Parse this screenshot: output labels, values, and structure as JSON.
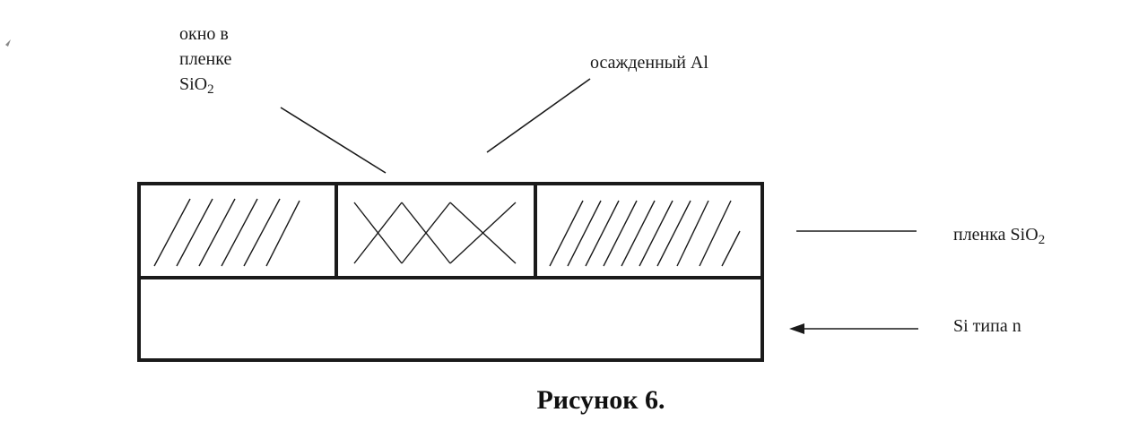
{
  "labels": {
    "window": {
      "line1": "окно в",
      "line2": "пленке",
      "line3_main": "SiO",
      "line3_sub": "2"
    },
    "deposited_al": "осажденный Al",
    "sio2_film": {
      "main": "пленка SiO",
      "sub": "2"
    },
    "si_n_type": "Si типа n"
  },
  "caption": "Рисунок 6.",
  "colors": {
    "ink": "#1a1a1a",
    "background": "#ffffff"
  }
}
